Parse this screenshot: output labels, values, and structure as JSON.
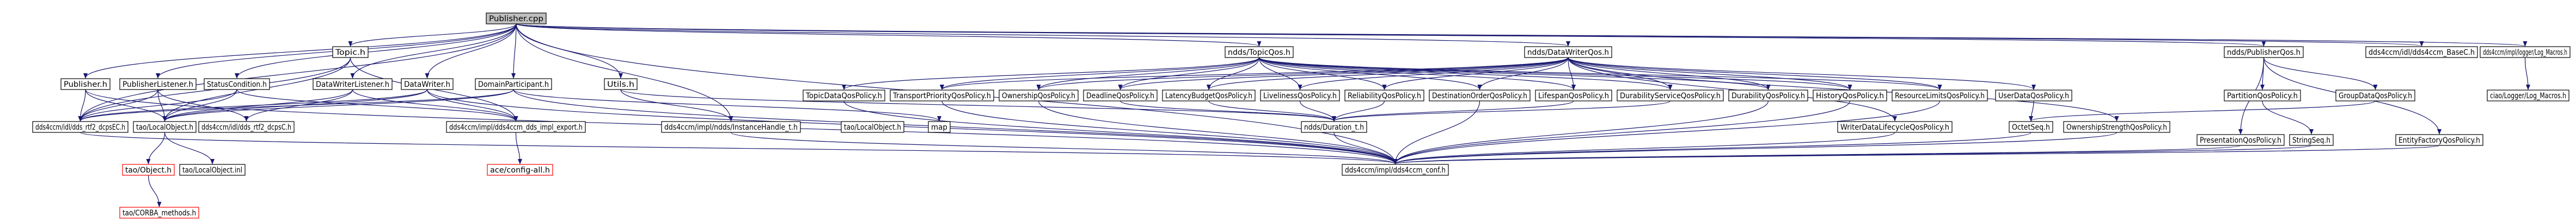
{
  "colors": {
    "root_fill": "#bfbfbf",
    "node_fill": "#ffffff",
    "node_stroke": "#000000",
    "missing_stroke": "#ff0000",
    "edge": "#191970"
  },
  "nodes": [
    {
      "id": "root",
      "label": "Publisher.cpp",
      "style": "root"
    },
    {
      "id": "publisher_h",
      "label": "Publisher.h",
      "style": "normal"
    },
    {
      "id": "publisherlistener_h",
      "label": "PublisherListener.h",
      "style": "normal"
    },
    {
      "id": "statuscondition_h",
      "label": "StatusCondition.h",
      "style": "normal"
    },
    {
      "id": "topic_h",
      "label": "Topic.h",
      "style": "normal"
    },
    {
      "id": "datawriterlistener_h",
      "label": "DataWriterListener.h",
      "style": "normal"
    },
    {
      "id": "datawriter_h",
      "label": "DataWriter.h",
      "style": "normal"
    },
    {
      "id": "domainparticipant_h",
      "label": "DomainParticipant.h",
      "style": "normal"
    },
    {
      "id": "utils_h",
      "label": "Utils.h",
      "style": "normal"
    },
    {
      "id": "topicqos_h",
      "label": "ndds/TopicQos.h",
      "style": "normal"
    },
    {
      "id": "datawriterqos_h",
      "label": "ndds/DataWriterQos.h",
      "style": "normal"
    },
    {
      "id": "publisherqos_h",
      "label": "ndds/PublisherQos.h",
      "style": "normal"
    },
    {
      "id": "basec_h",
      "label": "dds4ccm/idl/dds4ccm_BaseC.h",
      "style": "normal"
    },
    {
      "id": "logmacros_h",
      "label": "dds4ccm/impl/logger/Log_Macros.h",
      "style": "normal"
    },
    {
      "id": "ciaologmacros_h",
      "label": "ciao/Logger/Log_Macros.h",
      "style": "normal"
    },
    {
      "id": "ddsrtic_h",
      "label": "dds4ccm/idl/dds_rtf2_dcpsEC.h",
      "style": "normal"
    },
    {
      "id": "taolocalobject_h",
      "label": "tao/LocalObject.h",
      "style": "normal"
    },
    {
      "id": "ddsrtic2_h",
      "label": "dds4ccm/idl/dds_rtf2_dcpsC.h",
      "style": "normal"
    },
    {
      "id": "datasimpl_h",
      "label": "dds4ccm/impl/dds4ccm_dds_impl_export.h",
      "style": "normal"
    },
    {
      "id": "instancehandle_h",
      "label": "dds4ccm/impl/ndds/InstanceHandle_t.h",
      "style": "normal"
    },
    {
      "id": "taolocalobject_h2",
      "label": "tao/LocalObject.h",
      "style": "normal"
    },
    {
      "id": "map",
      "label": "map",
      "style": "normal"
    },
    {
      "id": "duration_h",
      "label": "ndds/Duration_t.h",
      "style": "normal"
    },
    {
      "id": "conf_h",
      "label": "dds4ccm/impl/dds4ccm_conf.h",
      "style": "normal"
    },
    {
      "id": "aceconfigall_h",
      "label": "ace/config-all.h",
      "style": "missing"
    },
    {
      "id": "taoobject_h",
      "label": "tao/Object.h",
      "style": "missing"
    },
    {
      "id": "taolocalobjectinl",
      "label": "tao/LocalObject.inl",
      "style": "normal"
    },
    {
      "id": "taocorba_h",
      "label": "tao/CORBA_methods.h",
      "style": "missing"
    },
    {
      "id": "topicdataqos_h",
      "label": "TopicDataQosPolicy.h",
      "style": "normal"
    },
    {
      "id": "transportprio_h",
      "label": "TransportPriorityQosPolicy.h",
      "style": "normal"
    },
    {
      "id": "ownershipqos_h",
      "label": "OwnershipQosPolicy.h",
      "style": "normal"
    },
    {
      "id": "deadlineqos_h",
      "label": "DeadlineQosPolicy.h",
      "style": "normal"
    },
    {
      "id": "latencyqos_h",
      "label": "LatencyBudgetQosPolicy.h",
      "style": "normal"
    },
    {
      "id": "livelinessqos_h",
      "label": "LivelinessQosPolicy.h",
      "style": "normal"
    },
    {
      "id": "reliabilityqos_h",
      "label": "ReliabilityQosPolicy.h",
      "style": "normal"
    },
    {
      "id": "destorderqos_h",
      "label": "DestinationOrderQosPolicy.h",
      "style": "normal"
    },
    {
      "id": "lifespanqos_h",
      "label": "LifespanQosPolicy.h",
      "style": "normal"
    },
    {
      "id": "durabilityserviceqos_h",
      "label": "DurabilityServiceQosPolicy.h",
      "style": "normal"
    },
    {
      "id": "durabilityqos_h",
      "label": "DurabilityQosPolicy.h",
      "style": "normal"
    },
    {
      "id": "historyqos_h",
      "label": "HistoryQosPolicy.h",
      "style": "normal"
    },
    {
      "id": "resourcelimitsqos_h",
      "label": "ResourceLimitsQosPolicy.h",
      "style": "normal"
    },
    {
      "id": "userdataqos_h",
      "label": "UserDataQosPolicy.h",
      "style": "normal"
    },
    {
      "id": "writerlifecycle_h",
      "label": "WriterDataLifecycleQosPolicy.h",
      "style": "normal"
    },
    {
      "id": "octetseq_h",
      "label": "OctetSeq.h",
      "style": "normal"
    },
    {
      "id": "ownershipstrength_h",
      "label": "OwnershipStrengthQosPolicy.h",
      "style": "normal"
    },
    {
      "id": "partitionqos_h",
      "label": "PartitionQosPolicy.h",
      "style": "normal"
    },
    {
      "id": "groupdataqos_h",
      "label": "GroupDataQosPolicy.h",
      "style": "normal"
    },
    {
      "id": "presentationqos_h",
      "label": "PresentationQosPolicy.h",
      "style": "normal"
    },
    {
      "id": "stringseq_h",
      "label": "StringSeq.h",
      "style": "normal"
    },
    {
      "id": "entityfactory_h",
      "label": "EntityFactoryQosPolicy.h",
      "style": "normal"
    }
  ]
}
